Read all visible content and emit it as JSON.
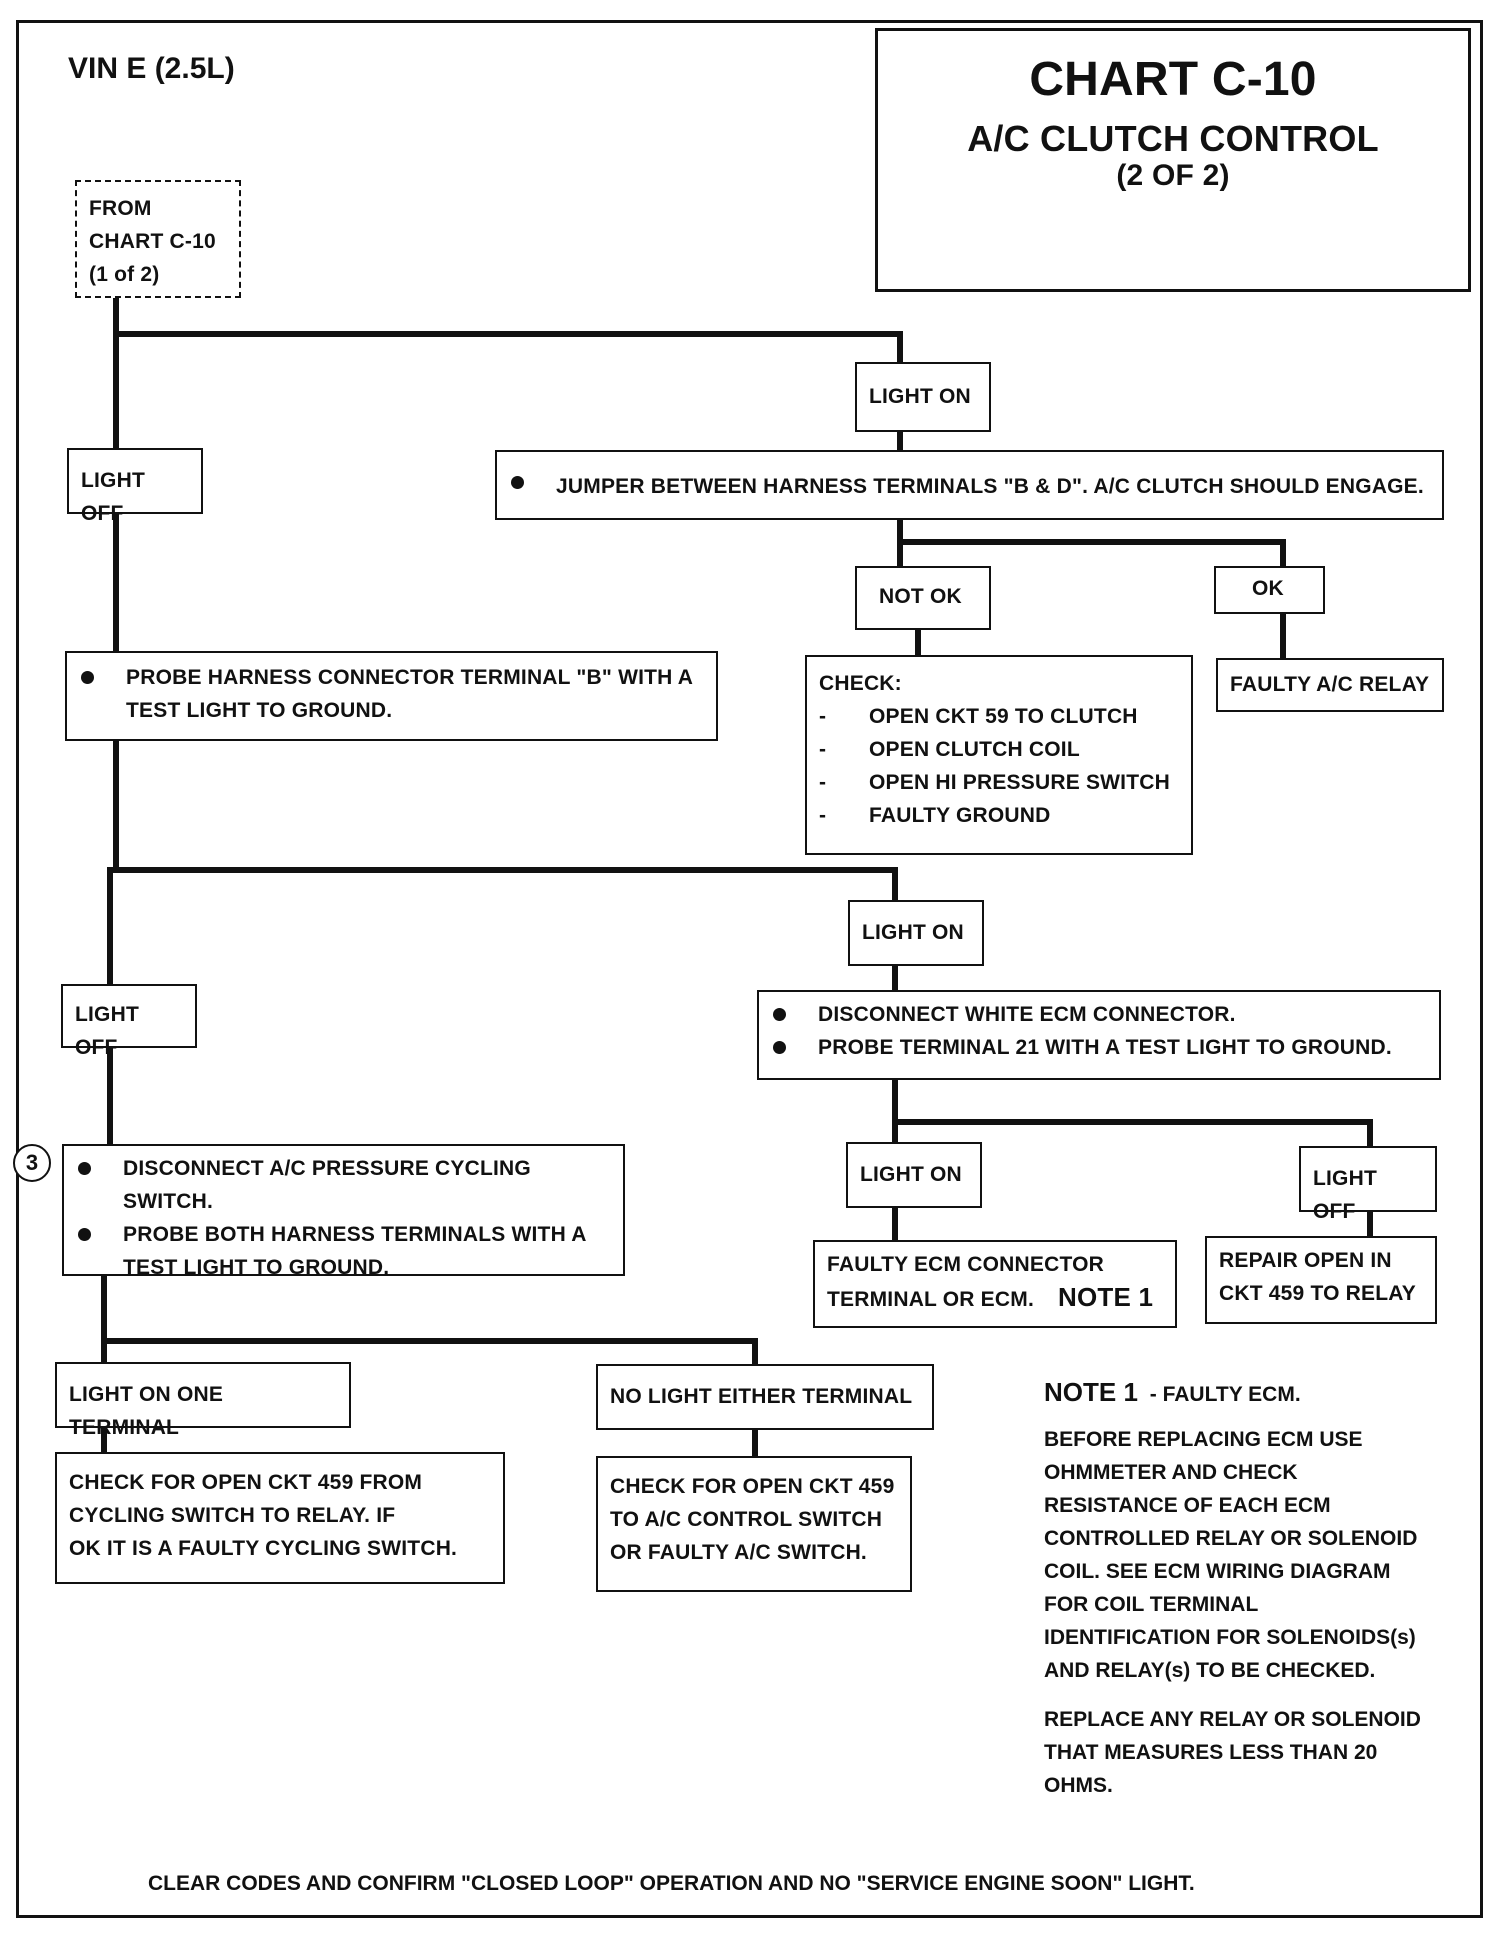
{
  "vin_label": "VIN E (2.5L)",
  "header": {
    "title": "CHART C-10",
    "subtitle": "A/C CLUTCH CONTROL",
    "part": "(2 OF 2)"
  },
  "from_box": [
    "FROM",
    "CHART C-10",
    "(1 of 2)"
  ],
  "step1": {
    "light_on": "LIGHT ON",
    "light_off": "LIGHT OFF",
    "jumper": "JUMPER BETWEEN HARNESS TERMINALS \"B & D\". A/C CLUTCH SHOULD ENGAGE.",
    "not_ok": "NOT OK",
    "ok": "OK",
    "check_title": "CHECK:",
    "check_items": [
      "OPEN CKT 59 TO CLUTCH",
      "OPEN CLUTCH COIL",
      "OPEN HI PRESSURE SWITCH",
      "FAULTY GROUND"
    ],
    "faulty_relay": "FAULTY A/C RELAY"
  },
  "step2": {
    "probe": [
      "PROBE HARNESS CONNECTOR TERMINAL \"B\" WITH A",
      "TEST LIGHT TO GROUND."
    ],
    "light_on": "LIGHT ON",
    "light_off": "LIGHT OFF",
    "disconnect": [
      "DISCONNECT WHITE ECM CONNECTOR.",
      "PROBE TERMINAL 21 WITH A TEST LIGHT TO GROUND."
    ],
    "light_on_2": "LIGHT ON",
    "light_off_2": "LIGHT OFF",
    "faulty_ecm": [
      "FAULTY ECM CONNECTOR",
      "TERMINAL OR ECM."
    ],
    "note_ref": "NOTE 1",
    "repair": [
      "REPAIR OPEN IN",
      "CKT 459 TO RELAY"
    ]
  },
  "step3": {
    "circle": "3",
    "bullets": [
      "DISCONNECT A/C PRESSURE CYCLING SWITCH.",
      "PROBE  BOTH HARNESS TERMINALS WITH A",
      "TEST LIGHT TO GROUND."
    ],
    "light_one": "LIGHT ON ONE TERMINAL",
    "no_light": "NO LIGHT EITHER TERMINAL",
    "check_left": [
      "CHECK FOR OPEN CKT 459 FROM",
      "CYCLING SWITCH TO RELAY.  IF",
      "OK IT IS A FAULTY CYCLING SWITCH."
    ],
    "check_right": [
      "CHECK FOR OPEN CKT 459",
      "TO A/C CONTROL SWITCH",
      "OR FAULTY A/C SWITCH."
    ]
  },
  "note": {
    "title": "NOTE 1",
    "title_suffix": "-  FAULTY ECM.",
    "para1": [
      "BEFORE REPLACING ECM USE",
      "OHMMETER AND CHECK",
      "RESISTANCE OF EACH ECM",
      "CONTROLLED RELAY OR SOLENOID",
      "COIL.  SEE ECM WIRING DIAGRAM",
      "FOR COIL TERMINAL",
      "IDENTIFICATION FOR SOLENOIDS(s)",
      "AND RELAY(s) TO BE CHECKED."
    ],
    "para2": [
      "REPLACE ANY RELAY OR SOLENOID",
      "THAT MEASURES LESS THAN 20",
      "OHMS."
    ]
  },
  "footer": "CLEAR CODES AND CONFIRM \"CLOSED LOOP\" OPERATION AND NO \"SERVICE ENGINE SOON\" LIGHT."
}
